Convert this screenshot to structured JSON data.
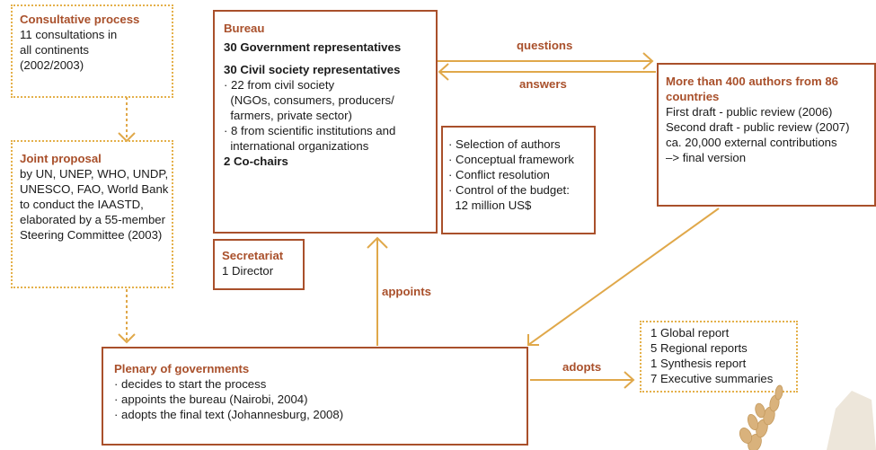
{
  "consultative": {
    "title": "Consultative process",
    "lines": [
      "11 consultations in",
      "all continents",
      "(2002/2003)"
    ]
  },
  "joint": {
    "title": "Joint proposal",
    "lines": [
      "by UN, UNEP, WHO, UNDP,",
      "UNESCO, FAO, World Bank",
      "to conduct the IAASTD,",
      "elaborated by a 55-member",
      "Steering Committee (2003)"
    ]
  },
  "bureau": {
    "title": "Bureau",
    "gov": "30 Government representatives",
    "civil": "30 Civil society representatives",
    "lines": [
      "· 22 from civil society",
      "  (NGOs, consumers, producers/",
      "  farmers, private sector)",
      "· 8 from scientific institutions and",
      "  international organizations"
    ],
    "cochairs": "2 Co-chairs"
  },
  "tasks": {
    "lines": [
      "· Selection of authors",
      "· Conceptual framework",
      "· Conflict resolution",
      "· Control of the budget:",
      "  12 million US$"
    ]
  },
  "secretariat": {
    "title": "Secretariat",
    "lines": [
      "1 Director"
    ]
  },
  "authors": {
    "title_lines": [
      "More than 400 authors from 86",
      "countries"
    ],
    "lines": [
      "First draft - public review (2006)",
      "Second draft - public review (2007)",
      "ca. 20,000 external contributions",
      "–> final version"
    ]
  },
  "plenary": {
    "title": "Plenary of governments",
    "lines": [
      "· decides to start the process",
      "· appoints the bureau (Nairobi, 2004)",
      "· adopts the final text (Johannesburg, 2008)"
    ]
  },
  "reports": {
    "lines": [
      "1 Global report",
      "5 Regional reports",
      "1 Synthesis report",
      "7 Executive summaries"
    ]
  },
  "edges": {
    "questions": "questions",
    "answers": "answers",
    "appoints": "appoints",
    "adopts": "adopts"
  },
  "colors": {
    "accent": "#a9502b",
    "dotted": "#e4b04a",
    "connector": "#e0a84a"
  }
}
